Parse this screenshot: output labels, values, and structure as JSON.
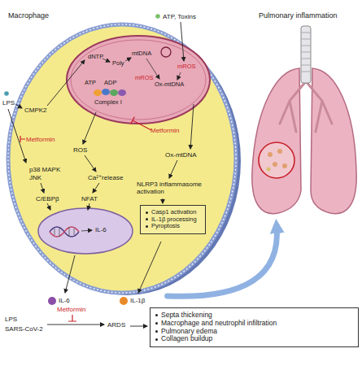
{
  "diagram": {
    "nodes": [
      {
        "text": [
          "Macrophage"
        ]
      },
      {
        "text": [
          "dNTP",
          "Poly",
          "mtDNA",
          "mROS",
          "ATP",
          "ADP",
          "mROS",
          "Ox-mtDNA",
          "Complex I"
        ],
        "in": 0
      },
      {
        "text": [
          "IL-6"
        ],
        "in": 0
      },
      {
        "text": [
          "Casp1 activation",
          "IL-1β processing",
          "Pyroptosis"
        ],
        "in": 0
      },
      {
        "text": [
          "Pulmonary inflammation"
        ]
      },
      {
        "text": [
          "Septa thickening",
          "Macrophage and neutrophil infiltration",
          "Pulmonary edema",
          "Collagen buildup"
        ]
      }
    ],
    "edges": [
      {
        "from": 0,
        "to": 4,
        "arrow": "to"
      }
    ],
    "labels": [
      "ATP, Toxins",
      "LPS",
      "CMPK2",
      "Metformin",
      "ROS",
      "p38 MAPK",
      "JNK",
      "Ca²⁺release",
      "C/EBPβ",
      "NFAT",
      "Ox-mtDNA",
      "Metformin",
      "NLRP3 inflammasome activation",
      "IL-6",
      "IL-1β",
      "LPS",
      "SARS-CoV-2",
      "Metformin",
      "ARDS"
    ]
  }
}
